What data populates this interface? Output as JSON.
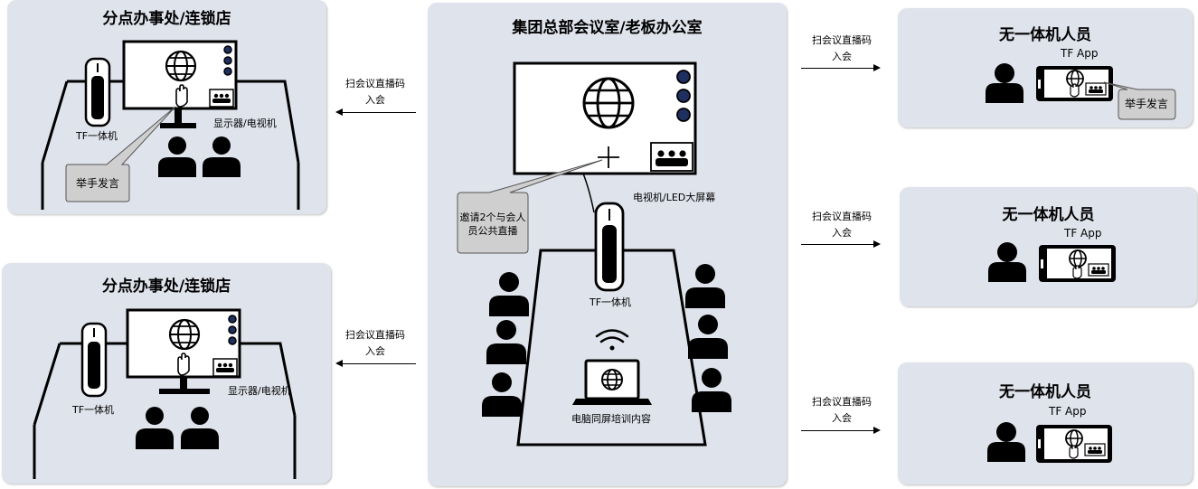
{
  "hq": {
    "title": "集团总部会议室/老板办公室",
    "tv_label": "电视机/LED大屏幕",
    "device_label": "TF一体机",
    "laptop_label": "电脑同屏培训内容",
    "callout_line1": "邀请2个与会人",
    "callout_line2": "员公共直播"
  },
  "branch_top": {
    "title": "分点办事处/连锁店",
    "device_label": "TF一体机",
    "monitor_label": "显示器/电视机",
    "callout": "举手发言"
  },
  "branch_bottom": {
    "title": "分点办事处/连锁店",
    "device_label": "TF一体机",
    "monitor_label": "显示器/电视机"
  },
  "remote": [
    {
      "title": "无一体机人员",
      "app_label": "TF App",
      "callout": "举手发言"
    },
    {
      "title": "无一体机人员",
      "app_label": "TF App"
    },
    {
      "title": "无一体机人员",
      "app_label": "TF App"
    }
  ],
  "arrows": {
    "line1": "扫会议直播码",
    "line2": "入会"
  },
  "colors": {
    "panel": "#dfe3ec",
    "callout": "#d9d9d9",
    "dot": "#1f2f5f"
  }
}
